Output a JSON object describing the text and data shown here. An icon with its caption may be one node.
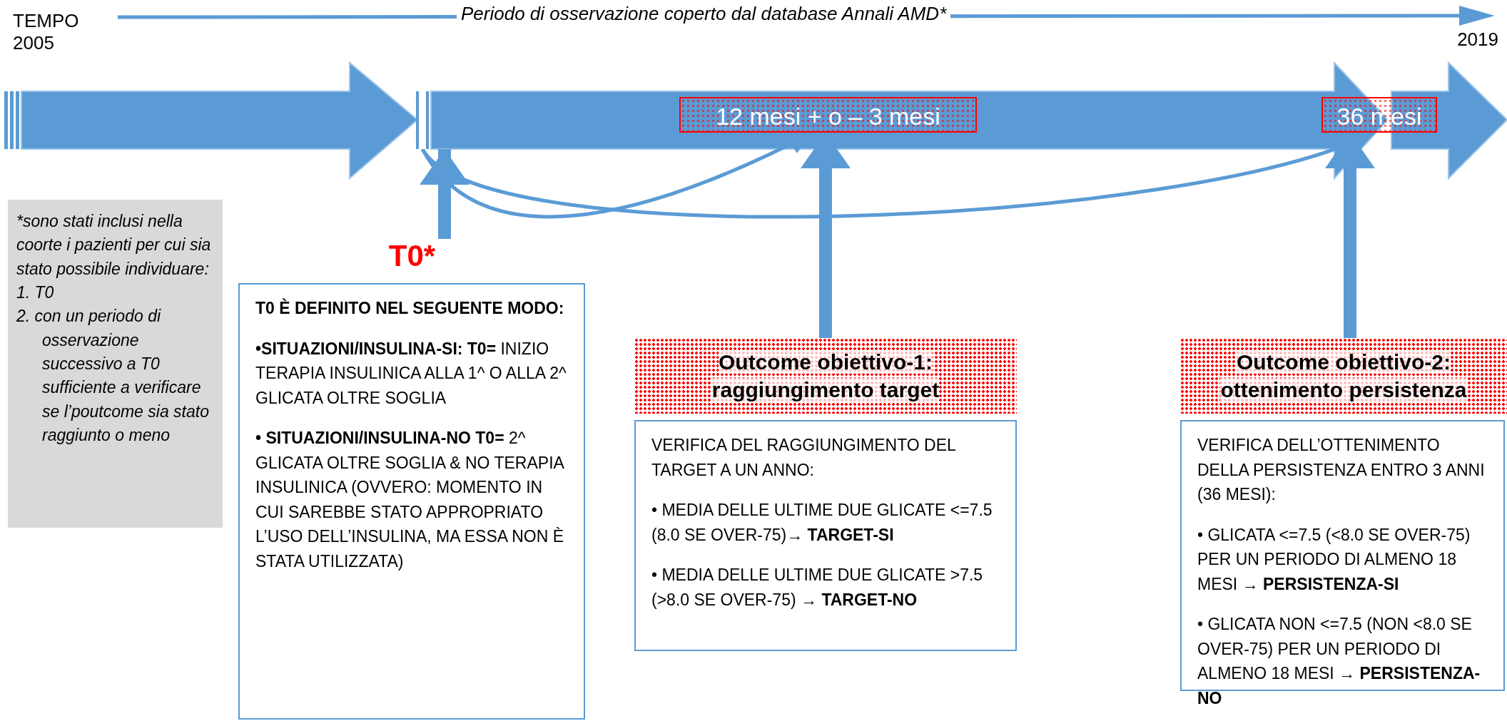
{
  "diagram": {
    "nodes": [
      {
        "text": [],
        "shape": "bar"
      },
      {
        "text": [
          "12 mesi + o – 3 mesi"
        ]
      },
      {
        "text": [
          "36 mesi"
        ]
      },
      {
        "text": [
          "T0*"
        ]
      },
      {
        "text": [
          "T0 È DEFINITO NEL SEGUENTE MODO:",
          "**•SITUAZIONI/INSULINA-SI: T0=** INIZIO TERAPIA INSULINICA ALLA 1^ O ALLA 2^ GLICATA OLTRE SOGLIA",
          "**• SITUAZIONI/INSULINA-NO T0=** 2^ GLICATA OLTRE SOGLIA & NO TERAPIA INSULINICA (OVVERO: MOMENTO IN CUI SAREBBE STATO APPROPRIATO L’USO DELL’INSULINA, MA ESSA NON È STATA UTILIZZATA)"
        ]
      },
      {
        "text": [
          "Outcome obiettivo-1: raggiungimento target"
        ]
      },
      {
        "text": [
          "VERIFICA DEL RAGGIUNGIMENTO DEL TARGET A UN ANNO:",
          "• MEDIA DELLE ULTIME DUE GLICATE <=7.5 (8.0 SE OVER-75)→ **TARGET-SI**",
          "• MEDIA DELLE ULTIME DUE GLICATE >7.5 (>8.0 SE OVER-75) → **TARGET-NO**"
        ]
      },
      {
        "text": [
          "Outcome obiettivo-2: ottenimento persistenza"
        ]
      },
      {
        "text": [
          "VERIFICA DELL’OTTENIMENTO DELLA PERSISTENZA ENTRO 3 ANNI (36 MESI):",
          "• GLICATA <=7.5 (<8.0 SE OVER-75) PER UN PERIODO DI ALMENO 18 MESI → **PERSISTENZA-SI**",
          "• GLICATA NON <=7.5 (NON <8.0 SE OVER-75) PER UN PERIODO DI ALMENO 18 MESI → **PERSISTENZA-NO**"
        ]
      },
      {
        "text": [
          "*sono stati inclusi nella coorte i pazienti per cui sia stato possibile individuare:",
          "1. T0",
          "2. con un periodo di osservazione successivo a T0 sufficiente a verificare se l’poutcome sia stato raggiunto o meno"
        ]
      }
    ],
    "edges": [
      {
        "from": 3,
        "to": 0,
        "arrow": "to"
      },
      {
        "from": 0,
        "to": 1,
        "arrow": "to"
      },
      {
        "from": 0,
        "to": 2,
        "arrow": "to"
      },
      {
        "from": 5,
        "to": 1,
        "arrow": "to"
      },
      {
        "from": 7,
        "to": 2,
        "arrow": "to"
      }
    ],
    "labels": [
      "TEMPO 2005",
      "Periodo di osservazione coperto dal database Annali AMD*",
      "2019"
    ]
  }
}
